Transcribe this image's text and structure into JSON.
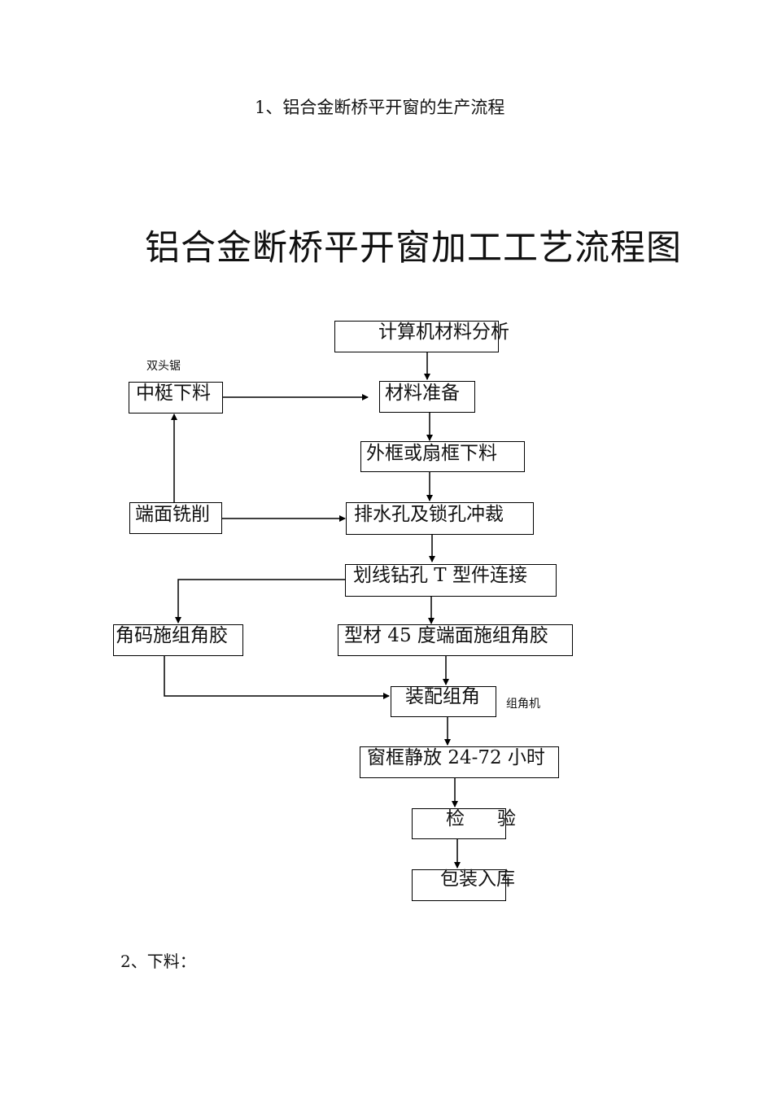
{
  "document": {
    "section_1_heading": "1、铝合金断桥平开窗的生产流程",
    "main_title": "铝合金断桥平开窗加工工艺流程图",
    "section_2_heading": "2、下料："
  },
  "flowchart": {
    "side_labels": {
      "double_head_saw": "双头锯",
      "corner_assembly_machine": "组角机"
    },
    "steps": {
      "computer_analysis": "计算机材料分析",
      "material_prep": "材料准备",
      "mullion_cutting": "中梃下料",
      "frame_cutting": "外框或扇框下料",
      "end_milling": "端面铣削",
      "drain_lock_punching": "排水孔及锁孔冲裁",
      "marking_drilling": "划线钻孔 T 型件连接",
      "corner_key_glue": "角码施组角胶",
      "profile_45_glue": "型材 45 度端面施组角胶",
      "corner_assembly": "装配组角",
      "frame_rest": "窗框静放 24-72 小时",
      "inspection_char_1": "检",
      "inspection_char_2": "验",
      "packaging": "包装入库"
    }
  }
}
